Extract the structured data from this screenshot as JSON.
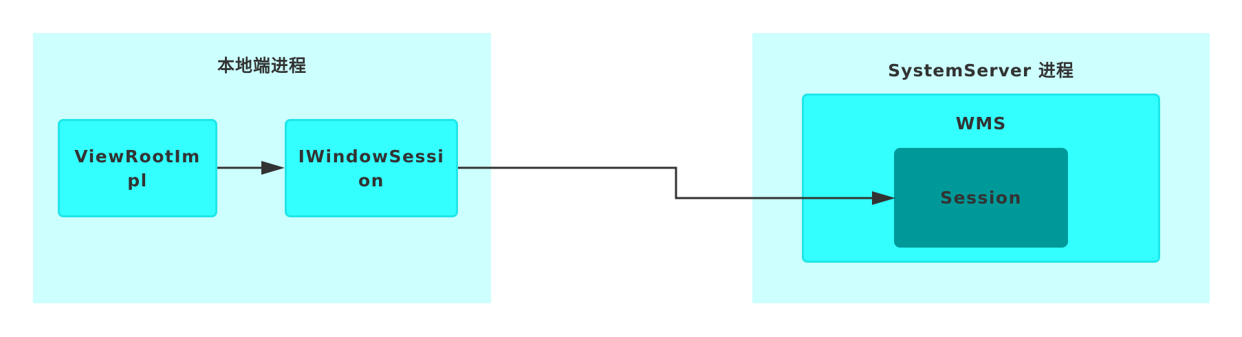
{
  "local_process": {
    "title": "本地端进程",
    "nodes": {
      "view_root_impl": {
        "line1": "ViewRootIm",
        "line2": "pl"
      },
      "iwindow_session": {
        "line1": "IWindowSessi",
        "line2": "on"
      }
    }
  },
  "system_server": {
    "title": "SystemServer 进程",
    "wms": {
      "title": "WMS",
      "session": {
        "label": "Session"
      }
    }
  },
  "edges": [
    {
      "from": "ViewRootImpl",
      "to": "IWindowSession"
    },
    {
      "from": "IWindowSession",
      "to": "Session"
    }
  ],
  "colors": {
    "region_fill": "#ccfffd",
    "node_fill": "#33ffff",
    "node_border": "#1fe6ea",
    "session_fill": "#009999",
    "text": "#333333",
    "edge": "#333333"
  }
}
